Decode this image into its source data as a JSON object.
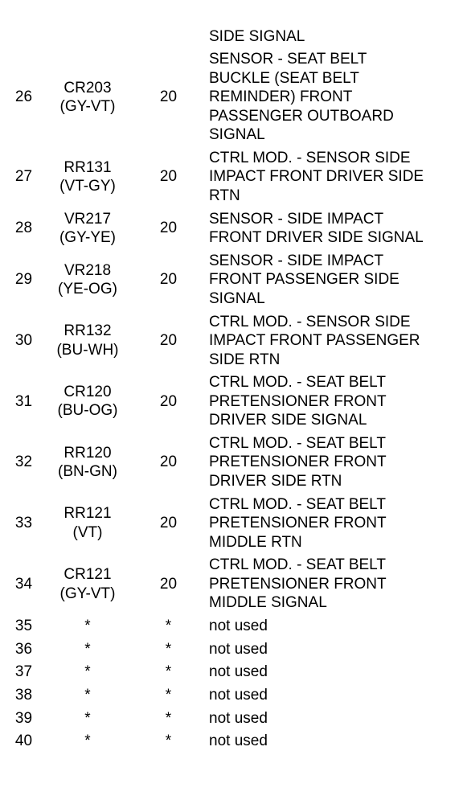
{
  "rows": [
    {
      "pin": "",
      "circuit": [],
      "gauge": "",
      "function": [
        "SIDE SIGNAL"
      ]
    },
    {
      "pin": "26",
      "circuit": [
        "CR203",
        "(GY-VT)"
      ],
      "gauge": "20",
      "function": [
        "SENSOR - SEAT BELT",
        "BUCKLE (SEAT BELT",
        "REMINDER) FRONT",
        "PASSENGER OUTBOARD",
        "SIGNAL"
      ]
    },
    {
      "pin": "27",
      "circuit": [
        "RR131",
        "(VT-GY)"
      ],
      "gauge": "20",
      "function": [
        "CTRL MOD. - SENSOR SIDE",
        "IMPACT FRONT DRIVER SIDE",
        "RTN"
      ]
    },
    {
      "pin": "28",
      "circuit": [
        "VR217",
        "(GY-YE)"
      ],
      "gauge": "20",
      "function": [
        "SENSOR - SIDE IMPACT",
        "FRONT DRIVER SIDE SIGNAL"
      ]
    },
    {
      "pin": "29",
      "circuit": [
        "VR218",
        "(YE-OG)"
      ],
      "gauge": "20",
      "function": [
        "SENSOR - SIDE IMPACT",
        "FRONT PASSENGER SIDE",
        "SIGNAL"
      ]
    },
    {
      "pin": "30",
      "circuit": [
        "RR132",
        "(BU-WH)"
      ],
      "gauge": "20",
      "function": [
        "CTRL MOD. - SENSOR SIDE",
        "IMPACT FRONT PASSENGER",
        "SIDE RTN"
      ]
    },
    {
      "pin": "31",
      "circuit": [
        "CR120",
        "(BU-OG)"
      ],
      "gauge": "20",
      "function": [
        "CTRL MOD. - SEAT BELT",
        "PRETENSIONER FRONT",
        "DRIVER SIDE SIGNAL"
      ]
    },
    {
      "pin": "32",
      "circuit": [
        "RR120",
        "(BN-GN)"
      ],
      "gauge": "20",
      "function": [
        "CTRL MOD. - SEAT BELT",
        "PRETENSIONER FRONT",
        "DRIVER SIDE RTN"
      ]
    },
    {
      "pin": "33",
      "circuit": [
        "RR121",
        "(VT)"
      ],
      "gauge": "20",
      "function": [
        "CTRL MOD. - SEAT BELT",
        "PRETENSIONER FRONT",
        "MIDDLE RTN"
      ]
    },
    {
      "pin": "34",
      "circuit": [
        "CR121",
        "(GY-VT)"
      ],
      "gauge": "20",
      "function": [
        "CTRL MOD. - SEAT BELT",
        "PRETENSIONER FRONT",
        "MIDDLE SIGNAL"
      ]
    },
    {
      "pin": "35",
      "circuit": [
        "*"
      ],
      "gauge": "*",
      "function": [
        "not used"
      ]
    },
    {
      "pin": "36",
      "circuit": [
        "*"
      ],
      "gauge": "*",
      "function": [
        "not used"
      ]
    },
    {
      "pin": "37",
      "circuit": [
        "*"
      ],
      "gauge": "*",
      "function": [
        "not used"
      ]
    },
    {
      "pin": "38",
      "circuit": [
        "*"
      ],
      "gauge": "*",
      "function": [
        "not used"
      ]
    },
    {
      "pin": "39",
      "circuit": [
        "*"
      ],
      "gauge": "*",
      "function": [
        "not used"
      ]
    },
    {
      "pin": "40",
      "circuit": [
        "*"
      ],
      "gauge": "*",
      "function": [
        "not used"
      ]
    }
  ]
}
